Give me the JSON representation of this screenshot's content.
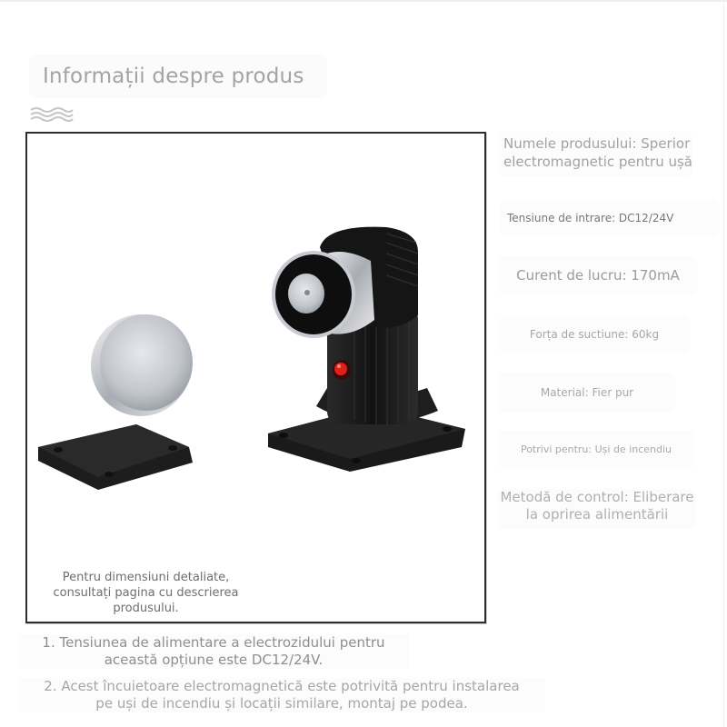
{
  "header": {
    "title": "Informații despre produs",
    "decoration_icon": "wave-lines-icon"
  },
  "product_image": {
    "caption": "Pentru dimensiuni detaliate, consultați pagina cu descrierea produsului.",
    "items": [
      "electromagnet-unit",
      "armature-plate"
    ],
    "colors": {
      "body": "#1b1b1b",
      "chrome": "#c8ccd2",
      "indicator": "#e0201a",
      "frame_border": "#2e2e2e"
    }
  },
  "specs": [
    {
      "label": "Numele produsului",
      "value": "Sperior electromagnetic pentru ușă",
      "text": "Numele produsului: Sperior electromagnetic pentru ușă"
    },
    {
      "label": "Tensiune de intrare",
      "value": "DC12/24V",
      "text": "Tensiune de intrare: DC12/24V"
    },
    {
      "label": "Curent de lucru",
      "value": "170mA",
      "text": "Curent de lucru: 170mA"
    },
    {
      "label": "Forța de suctiune",
      "value": "60kg",
      "text": "Forța de suctiune: 60kg"
    },
    {
      "label": "Material",
      "value": "Fier pur",
      "text": "Material: Fier pur"
    },
    {
      "label": "Potrivi pentru",
      "value": "Uși de incendiu",
      "text": "Potrivi pentru: Uși de incendiu"
    },
    {
      "label": "Metodă de control",
      "value": "Eliberare la oprirea alimentării",
      "text": "Metodă de control: Eliberare la oprirea alimentării"
    }
  ],
  "notes": [
    {
      "line1": "1. Tensiunea de alimentare a electrozidului pentru",
      "line2": "această opțiune este DC12/24V."
    },
    {
      "line1": "2. Acest încuietoare electromagnetică este potrivită pentru instalarea",
      "line2": "pe uși de incendiu și locații similare, montaj pe podea."
    }
  ]
}
